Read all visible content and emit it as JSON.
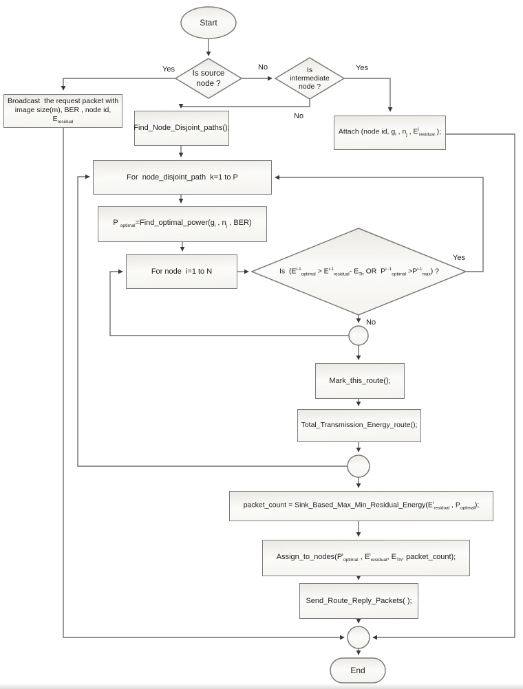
{
  "colors": {
    "line": "#6e6e6e",
    "shape_border": "#7a7a7a",
    "text": "#1b1b1b",
    "shape_fill_top": "#ebe9e4",
    "shape_fill_mid": "#fbfbfa"
  },
  "nodes": {
    "start": {
      "label": "Start"
    },
    "source_decision": {
      "line1": "Is source",
      "line2": "node ?"
    },
    "intermediate_decision": {
      "line1": "Is",
      "line2": "intermediate",
      "line3": "node ?"
    },
    "broadcast": {
      "line1": "Broadcast  the request packet with",
      "line2": "image size(m), BER , node id,",
      "line3": [
        {
          "s": "t",
          "t": "E"
        },
        {
          "s": "sub",
          "t": "residual"
        }
      ]
    },
    "find_paths": {
      "label": "Find_Node_Disjoint_paths();"
    },
    "attach": {
      "rich": [
        {
          "s": "t",
          "t": "Attach (node id, g"
        },
        {
          "s": "sub",
          "t": "i"
        },
        {
          "s": "t",
          "t": " , n"
        },
        {
          "s": "sub",
          "t": "j"
        },
        {
          "s": "t",
          "t": " , E"
        },
        {
          "s": "sup",
          "t": "i"
        },
        {
          "s": "sub",
          "t": "residual"
        },
        {
          "s": "t",
          "t": " );"
        }
      ]
    },
    "for_paths": {
      "label": "For  node_disjoint_path  k=1 to P"
    },
    "find_optimal": {
      "rich": [
        {
          "s": "t",
          "t": "P "
        },
        {
          "s": "sub",
          "t": "optimal"
        },
        {
          "s": "t",
          "t": "=Find_optimal_power(g"
        },
        {
          "s": "sub",
          "t": "i"
        },
        {
          "s": "t",
          "t": " , n"
        },
        {
          "s": "sub",
          "t": "j"
        },
        {
          "s": "t",
          "t": " , BER)"
        }
      ]
    },
    "for_nodes": {
      "label": "For node  i=1 to N"
    },
    "energy_check": {
      "rich": [
        {
          "s": "t",
          "t": "Is  (E"
        },
        {
          "s": "sup",
          "t": "i-1"
        },
        {
          "s": "sub",
          "t": "optimal"
        },
        {
          "s": "t",
          "t": " > E"
        },
        {
          "s": "sup",
          "t": "i-1"
        },
        {
          "s": "sub",
          "t": "residual"
        },
        {
          "s": "t",
          "t": "- E"
        },
        {
          "s": "sub",
          "t": "Th"
        },
        {
          "s": "t",
          "t": " OR  P"
        },
        {
          "s": "sup",
          "t": "i -1"
        },
        {
          "s": "sub",
          "t": "optimal"
        },
        {
          "s": "t",
          "t": " >P"
        },
        {
          "s": "sup",
          "t": "i-1"
        },
        {
          "s": "sub",
          "t": "max"
        },
        {
          "s": "t",
          "t": ") ?"
        }
      ]
    },
    "mark_route": {
      "label": "Mark_this_route();"
    },
    "total_energy": {
      "label": "Total_Transmission_Energy_route();"
    },
    "packet_count": {
      "rich": [
        {
          "s": "t",
          "t": "packet_count = Sink_Based_Max_Min_Residual_Energy(E"
        },
        {
          "s": "sup",
          "t": "i"
        },
        {
          "s": "sub",
          "t": "residual"
        },
        {
          "s": "t",
          "t": " , P"
        },
        {
          "s": "sub",
          "t": "optimal"
        },
        {
          "s": "t",
          "t": ");"
        }
      ]
    },
    "assign": {
      "rich": [
        {
          "s": "t",
          "t": "Assign_to_nodes(P"
        },
        {
          "s": "sup",
          "t": "i"
        },
        {
          "s": "sub",
          "t": "optimal"
        },
        {
          "s": "t",
          "t": " , E"
        },
        {
          "s": "sup",
          "t": "i"
        },
        {
          "s": "sub",
          "t": "residual"
        },
        {
          "s": "t",
          "t": ", E"
        },
        {
          "s": "sub",
          "t": "Th"
        },
        {
          "s": "t",
          "t": ", packet_count);"
        }
      ]
    },
    "send_reply": {
      "label": "Send_Route_Reply_Packets( );"
    },
    "end": {
      "label": "End"
    }
  },
  "edge_labels": {
    "yes_source": "Yes",
    "no_source": "No",
    "yes_intermediate": "Yes",
    "no_intermediate": "No",
    "yes_energy": "Yes",
    "no_energy": "No"
  }
}
